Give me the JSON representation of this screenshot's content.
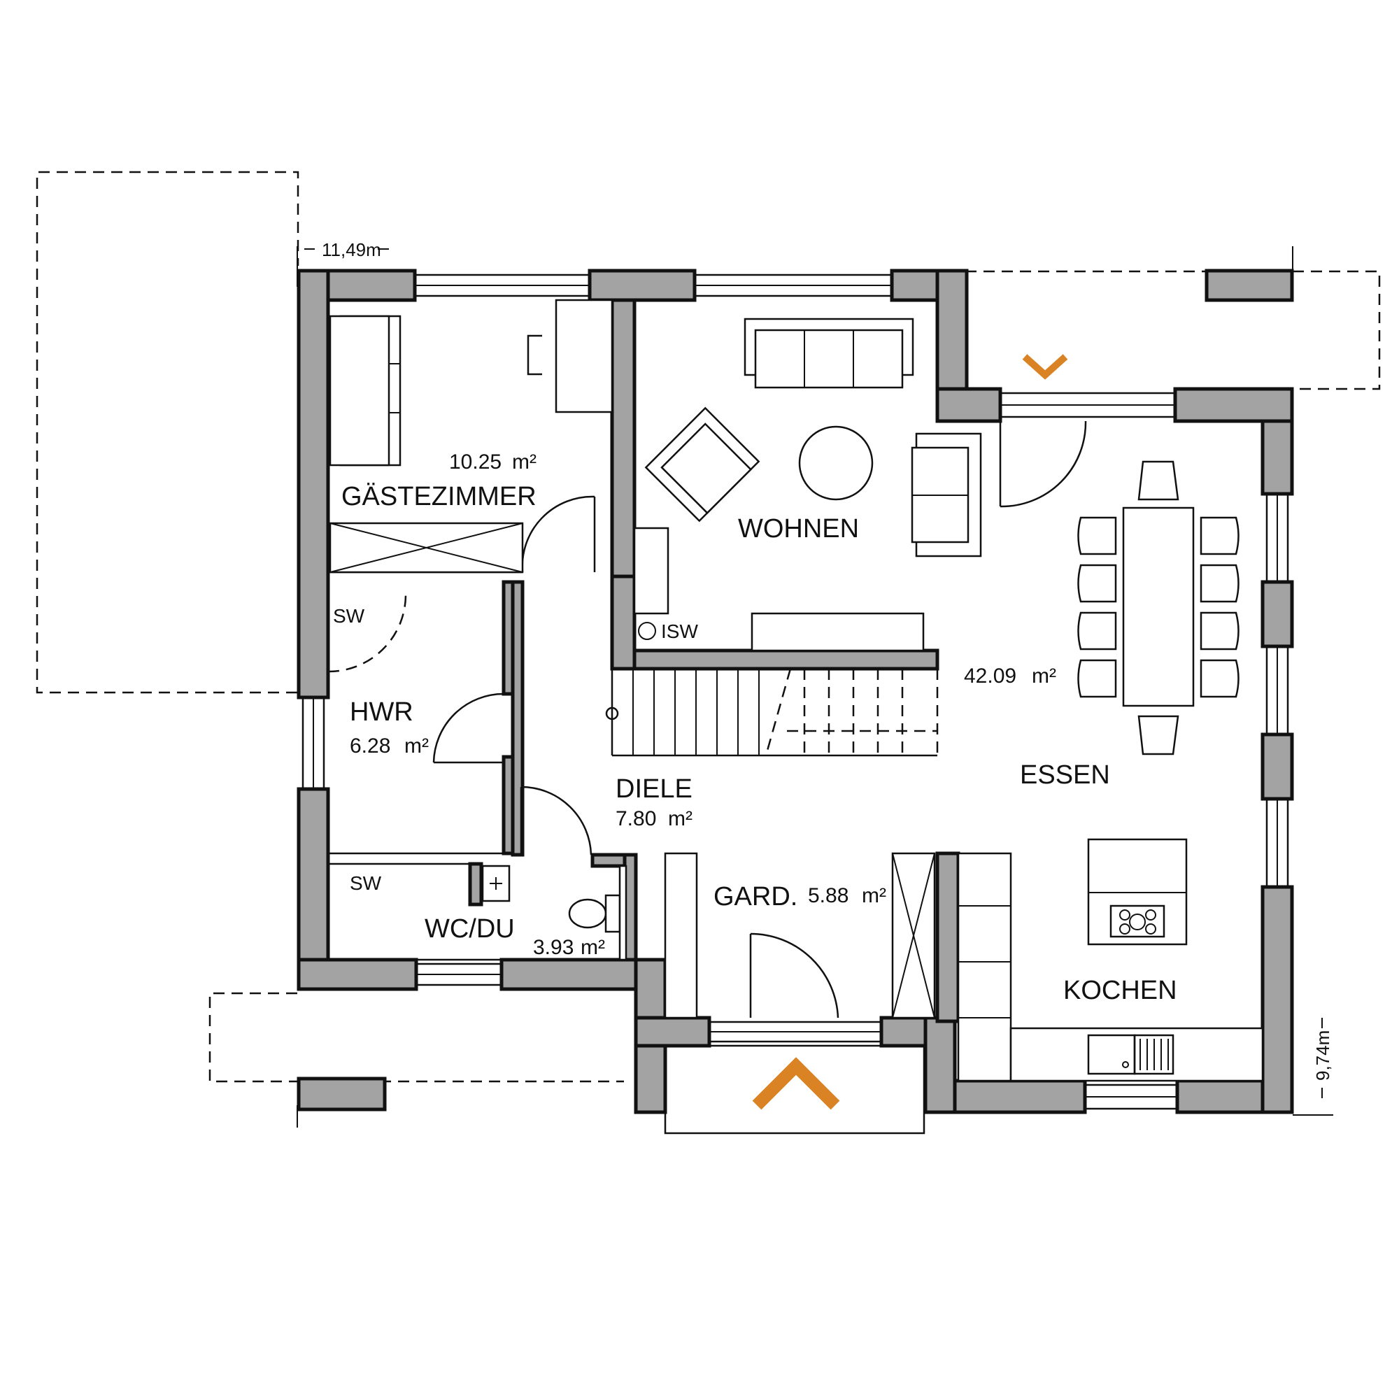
{
  "dimensions": {
    "width": "11,49m",
    "depth": "9,74m"
  },
  "rooms": [
    {
      "id": "gaestezimmer",
      "label": "GÄSTEZIMMER",
      "area": "10.25",
      "unit": "m²"
    },
    {
      "id": "wohnen",
      "label": "WOHNEN",
      "area": "",
      "unit": ""
    },
    {
      "id": "essen",
      "label": "ESSEN",
      "area": "42.09",
      "unit": "m²"
    },
    {
      "id": "hwr",
      "label": "HWR",
      "area": "6.28",
      "unit": "m²"
    },
    {
      "id": "diele",
      "label": "DIELE",
      "area": "7.80",
      "unit": "m²"
    },
    {
      "id": "gard",
      "label": "GARD.",
      "area": "5.88",
      "unit": "m²"
    },
    {
      "id": "wc-du",
      "label": "WC/DU",
      "area": "3.93",
      "unit": "m²"
    },
    {
      "id": "kochen",
      "label": "KOCHEN",
      "area": "",
      "unit": ""
    }
  ],
  "shafts": [
    {
      "id": "sw-hwr",
      "label": "SW"
    },
    {
      "id": "sw-wc",
      "label": "SW"
    },
    {
      "id": "isw-wohnen",
      "label": "ISW"
    }
  ],
  "colors": {
    "wall": "#a3a3a3",
    "entrance_arrow": "#d98324",
    "line": "#111111"
  },
  "icons": [
    "main-entrance-arrow-icon",
    "terrace-access-arrow-icon"
  ]
}
